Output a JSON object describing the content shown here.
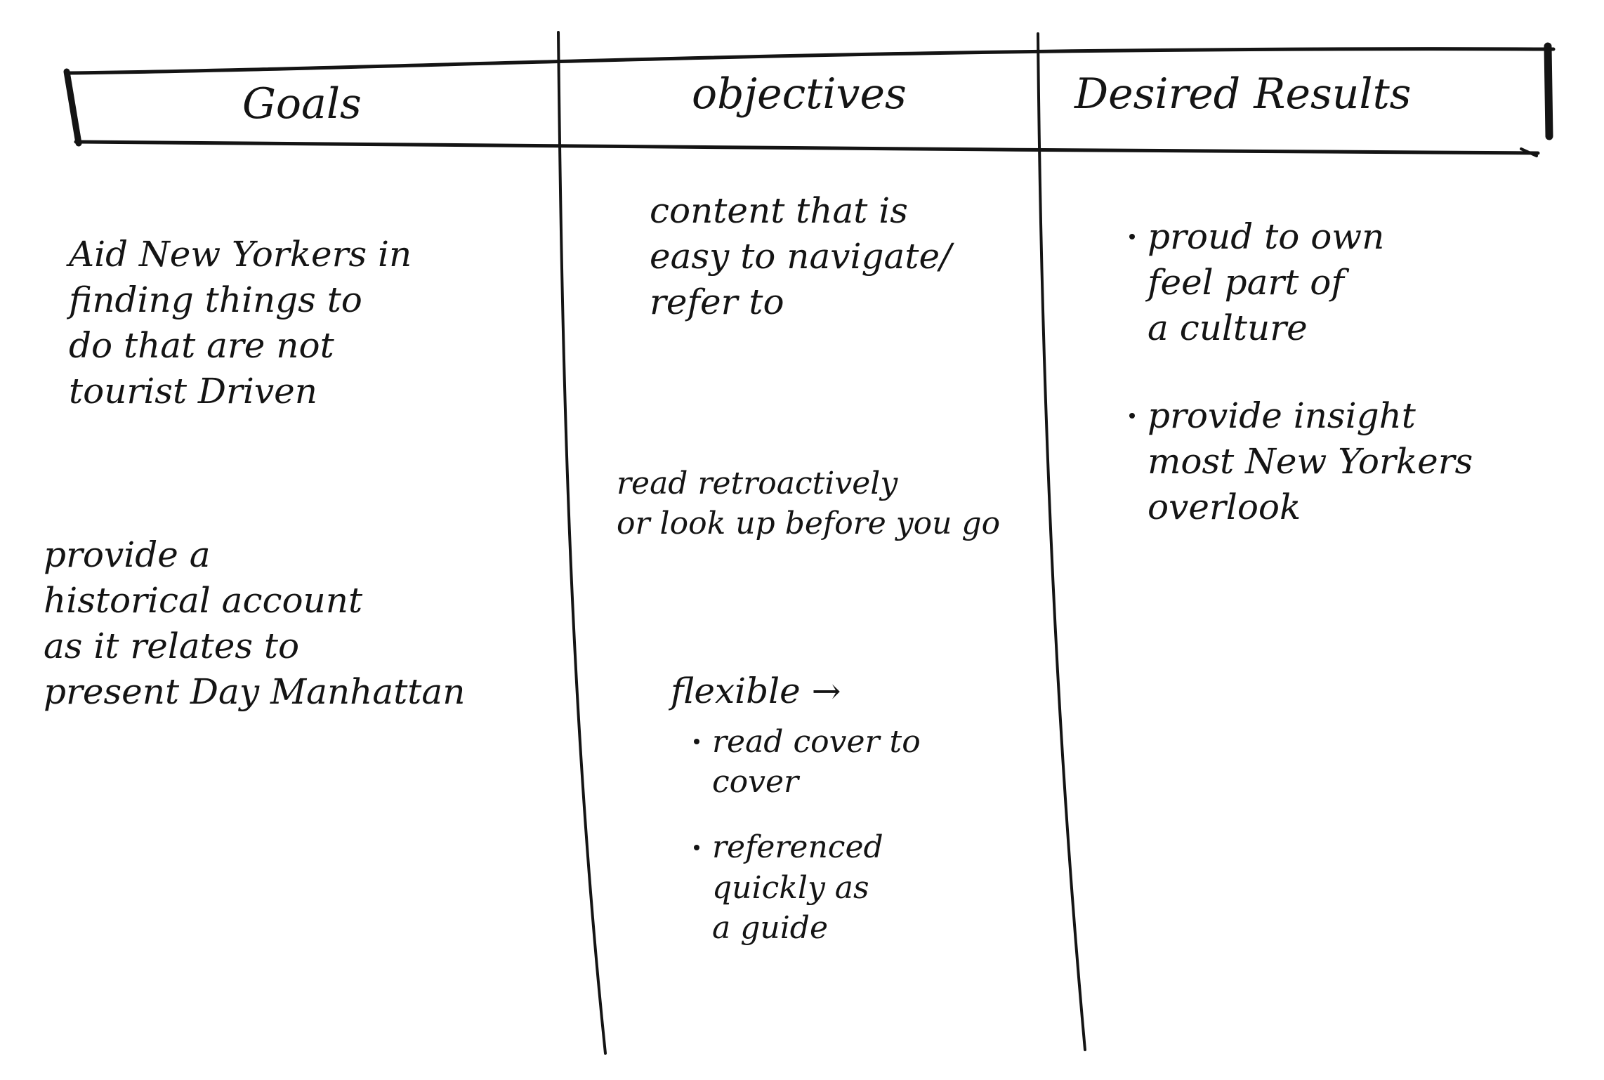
{
  "header": {
    "goals": "Goals",
    "objectives": "objectives",
    "desired_results": "Desired Results"
  },
  "goals": [
    "Aid New Yorkers in\nfinding things to\ndo that are not\ntourist Driven",
    "provide a\nhistorical account\nas it relates to\npresent Day Manhattan"
  ],
  "objectives": {
    "item1": "content that is\neasy to navigate/\nrefer to",
    "item2": "read retroactively\nor look up before you go",
    "flexible_heading": "flexible →",
    "flexible_points": [
      "read cover to\ncover",
      "referenced\nquickly as\na guide"
    ]
  },
  "desired_results": [
    "proud to own\nfeel part of\na culture",
    "provide insight\nmost New Yorkers\noverlook"
  ]
}
